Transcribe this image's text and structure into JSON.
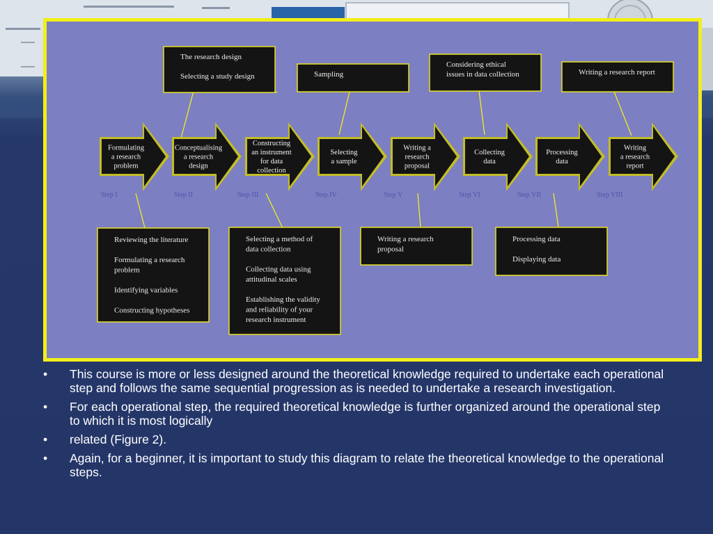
{
  "diagram": {
    "steps": [
      {
        "label": [
          "Formulating",
          "a research",
          "problem"
        ],
        "step": "Step I"
      },
      {
        "label": [
          "Conceptualising",
          "a research",
          "design"
        ],
        "step": "Step II"
      },
      {
        "label": [
          "Constructing",
          "an instrument",
          "for  data",
          "collection"
        ],
        "step": "Step III"
      },
      {
        "label": [
          "Selecting",
          "a sample"
        ],
        "step": "Step IV"
      },
      {
        "label": [
          "Writing a",
          "research",
          "proposal"
        ],
        "step": "Step V"
      },
      {
        "label": [
          "Collecting",
          "data"
        ],
        "step": "Step VI"
      },
      {
        "label": [
          "Processing",
          "data"
        ],
        "step": "Step VII"
      },
      {
        "label": [
          "Writing",
          "a research",
          "report"
        ],
        "step": "Step VIII"
      }
    ],
    "top_boxes": [
      {
        "lines": [
          "The research design",
          "",
          "Selecting a study design"
        ]
      },
      {
        "lines": [
          "Sampling"
        ]
      },
      {
        "lines": [
          "Considering ethical",
          "issues in data collection"
        ]
      },
      {
        "lines": [
          "Writing a research report"
        ]
      }
    ],
    "bottom_boxes": [
      {
        "lines": [
          "Reviewing the literature",
          "",
          "Formulating a research",
          "problem",
          "",
          "Identifying variables",
          "",
          "Constructing hypotheses"
        ]
      },
      {
        "lines": [
          "Selecting a method of",
          "data collection",
          "",
          "Collecting data using",
          "attitudinal scales",
          "",
          "Establishing the validity",
          "and reliability of your",
          "research instrument"
        ]
      },
      {
        "lines": [
          "Writing a research",
          "proposal"
        ]
      },
      {
        "lines": [
          "Processing data",
          "",
          "Displaying data"
        ]
      }
    ]
  },
  "bullets": [
    "This course is more or less designed around the theoretical knowledge required to undertake each operational step and follows the same sequential progression as is needed to undertake a research investigation.",
    "For each operational step, the required theoretical knowledge is further organized around the operational step to which it is most logically",
    "related (Figure 2).",
    "Again, for a beginner, it is important to study this diagram to relate the theoretical knowledge to the operational steps."
  ],
  "colors": {
    "figure_background": "#7c7fc2",
    "figure_border": "#f2ee1a",
    "box_fill": "#141414",
    "box_border": "#e8e020",
    "slide_background": "#243568"
  }
}
